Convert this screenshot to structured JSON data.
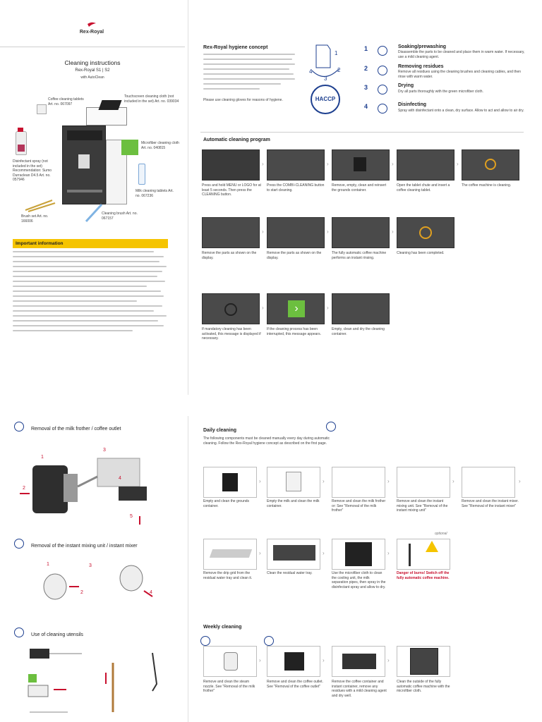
{
  "brand": {
    "logo_text": "Rex-Royal"
  },
  "cover": {
    "title": "Cleaning instructions",
    "model": "Rex-Royal S1 | S2",
    "autoclean": "with AutoClean",
    "items": [
      {
        "label": "Coffee cleaning tablets Art. no. 067097"
      },
      {
        "label": "Touchscreen cleaning cloth (not included in the set) Art. no. 039034"
      },
      {
        "label": "Microfiber cleaning cloth Art. no. 040815"
      },
      {
        "label": "Disinfectant spray (not included in the set) Recommendation: Sumo Durraclean D4.5 Art. no. 057946"
      },
      {
        "label": "Milk cleaning tablets Art. no. 067236"
      },
      {
        "label": "Brush set Art. no. 166006"
      },
      {
        "label": "Cleaning brush Art. no. 067157"
      }
    ],
    "important_title": "Important information"
  },
  "hygiene": {
    "title": "Rex-Royal hygiene concept",
    "body_visible": "Please use cleaning gloves for reasons of hygiene.",
    "haccp": "HACCP",
    "steps": [
      {
        "n": "1",
        "title": "Soaking/prewashing",
        "text": "Disassemble the parts to be cleaned and place them in warm water. If necessary, use a mild cleaning agent."
      },
      {
        "n": "2",
        "title": "Removing residues",
        "text": "Remove all residues using the cleaning brushes and cleaning cables, and then rinse with warm water."
      },
      {
        "n": "3",
        "title": "Drying",
        "text": "Dry all parts thoroughly with the green microfiber cloth."
      },
      {
        "n": "4",
        "title": "Disinfecting",
        "text": "Spray with disinfectant onto a clean, dry surface. Allow to act and allow to air dry."
      }
    ],
    "diagram_numbers": [
      "1",
      "2",
      "3",
      "4"
    ]
  },
  "auto_program": {
    "title": "Automatic cleaning program",
    "captions": [
      "Press and hold MENU or LOGO for at least 5 seconds. Then press the CLEANING button.",
      "Press the COMBI-CLEANING button to start cleaning.",
      "Remove, empty, clean and reinsert the grounds container.",
      "Open the tablet chute and insert a coffee cleaning tablet.",
      "The coffee machine is cleaning.",
      "Remove the parts as shown on the display.",
      "Remove the parts as shown on the display.",
      "The fully automatic coffee machine performs an instant rinsing.",
      "Cleaning has been completed.",
      "If mandatory cleaning has been activated, this message is displayed if necessary.",
      "If the cleaning process has been interrupted, this message appears.",
      "Empty, clean and dry the cleaning container."
    ]
  },
  "milk_section": {
    "title": "Removal of the milk frother / coffee outlet",
    "numbers": [
      "1",
      "2",
      "3",
      "4",
      "5"
    ]
  },
  "mixer_section": {
    "title": "Removal of the instant mixing unit / instant mixer",
    "numbers": [
      "1",
      "2",
      "3",
      "4"
    ]
  },
  "utensils_section": {
    "title": "Use of cleaning utensils"
  },
  "daily": {
    "title": "Daily cleaning",
    "intro": "The following components must be cleaned manually every day during automatic cleaning. Follow the Rex-Royal hygiene concept as described on the first page.",
    "optional": "optional",
    "captions": [
      "Empty and clean the grounds container.",
      "Empty the milk and clean the milk container.",
      "Remove and clean the milk frother or: See \"Removal of the milk frother\"",
      "Remove and clean the instant mixing unit. See \"Removal of the instant mixing unit\"",
      "Remove and clean the instant mixer. See \"Removal of the instant mixer\"",
      "Remove the drip grid from the residual water tray and clean it.",
      "Clean the residual water tray.",
      "Use the microfiber cloth to clean the cooling unit, the milk separation pipes, then spray in the disinfectant spray and allow to dry.",
      "Danger of burns! Switch off the fully automatic coffee machine."
    ]
  },
  "weekly": {
    "title": "Weekly cleaning",
    "captions": [
      "Remove and clean the steam nozzle. See \"Removal of the milk frother\"",
      "Remove and clean the coffee outlet. See \"Removal of the coffee outlet\"",
      "Remove the coffee container and instant container, remove any residues with a mild cleaning agent and dry well.",
      "Clean the outside of the fully automatic coffee machine with the microfiber cloth."
    ]
  },
  "colors": {
    "accent": "#c8102e",
    "yellow": "#f5c400",
    "blue": "#1d3f8f",
    "screen": "#4a4a4a",
    "green": "#6cbf3f"
  }
}
